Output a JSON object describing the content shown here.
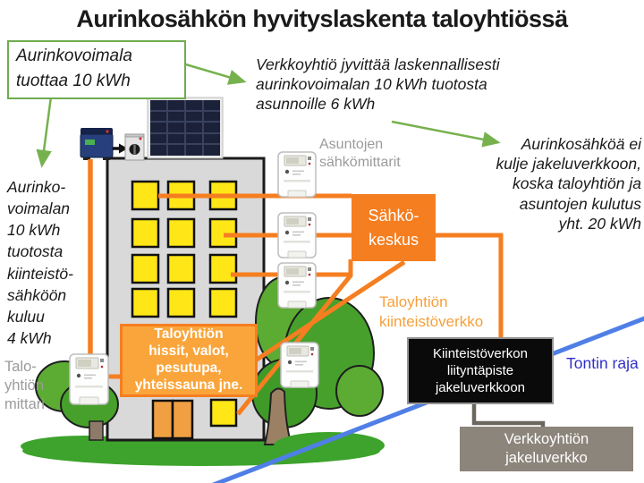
{
  "title": "Aurinkosähkön hyvityslaskenta taloyhtiössä",
  "callouts": {
    "solar_production": "Aurinkovoimala\ntuottaa 10 kWh",
    "credit_allocation": "Verkkoyhtiö jyvittää laskennallisesti\naurinkovoimalan 10 kWh tuotosta\nasunnoille 6 kWh",
    "no_grid_export": "Aurinkosähköä ei\nkulje jakeluverkkoon,\nkoska taloyhtiön ja\nasuntojen kulutus\nyht. 20 kWh",
    "property_consumption": "Aurinko-\nvoimalan\n10 kWh\ntuotosta\nkiinteistö-\nsähköön\nkuluu\n4 kWh"
  },
  "labels": {
    "apartment_meters": "Asuntojen\nsähkömittarit",
    "house_meter": "Talo-\nyhtiön\nmittari",
    "distribution_board": "Sähkö-\nkeskus",
    "property_network": "Taloyhtiön\nkiinteistöverkko",
    "common_loads": "Taloyhtiön\nhissit, valot,\npesutupa,\nyhteissauna jne.",
    "connection_point": "Kiinteistöverkon\nliityntäpiste\njakeluverkkoon",
    "property_boundary": "Tontin raja",
    "grid_network": "Verkkoyhtiön\njakeluverkko"
  },
  "colors": {
    "orange": "#F57E20",
    "orange_light": "#FAA53B",
    "green_accent": "#76B14E",
    "yellow_window": "#FFE617",
    "blue_boundary_line": "#4F7FE6",
    "blue_text": "#3130C6",
    "gray_box": "#8C857B",
    "black_box": "#0A0A0A",
    "gray_label": "#9B9B9B"
  }
}
